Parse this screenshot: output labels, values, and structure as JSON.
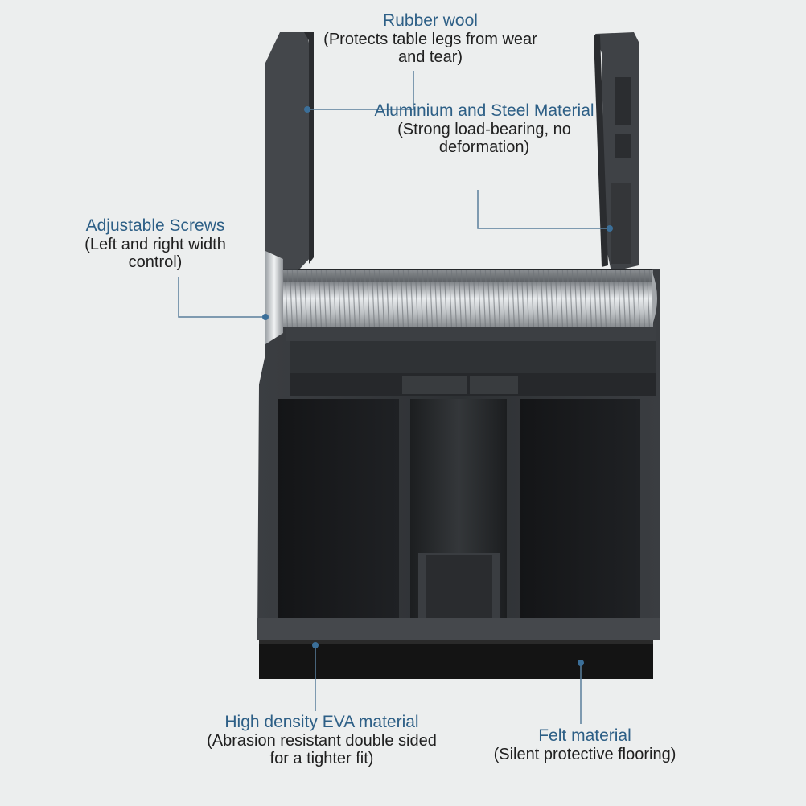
{
  "labels": {
    "rubber_wool": {
      "title": "Rubber wool",
      "desc": "(Protects table legs from wear and tear)"
    },
    "aluminium_steel": {
      "title": "Aluminium and Steel Material",
      "desc": "(Strong load-bearing, no deformation)"
    },
    "adjustable_screws": {
      "title": "Adjustable Screws",
      "desc": "(Left and right width control)"
    },
    "eva_material": {
      "title": "High density EVA material",
      "desc": "(Abrasion resistant double sided for a tighter fit)"
    },
    "felt_material": {
      "title": "Felt material",
      "desc": "(Silent protective flooring)"
    }
  },
  "colors": {
    "background": "#eceeee",
    "title_text": "#2d5f86",
    "desc_text": "#202020",
    "leader_line": "#5a7f9c",
    "body_dark": "#2b2d30",
    "felt": "#151515"
  }
}
